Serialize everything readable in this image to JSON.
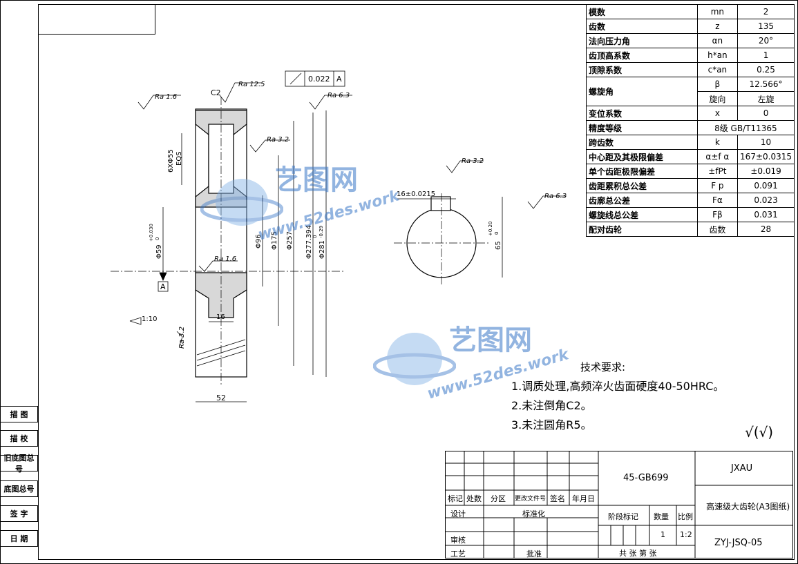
{
  "params": [
    {
      "name": "模数",
      "symbol": "mn",
      "value": "2"
    },
    {
      "name": "齿数",
      "symbol": "z",
      "value": "135"
    },
    {
      "name": "法向压力角",
      "symbol": "αn",
      "value": "20°"
    },
    {
      "name": "齿顶高系数",
      "symbol": "h*an",
      "value": "1"
    },
    {
      "name": "顶隙系数",
      "symbol": "c*an",
      "value": "0.25"
    },
    {
      "name": "螺旋角",
      "symbol": "β",
      "value": "12.566°",
      "symbol2": "旋向",
      "value2": "左旋"
    },
    {
      "name": "变位系数",
      "symbol": "x",
      "value": "0"
    },
    {
      "name": "精度等级",
      "symbol": "",
      "value": "8级 GB/T11365"
    },
    {
      "name": "跨齿数",
      "symbol": "k",
      "value": "10"
    },
    {
      "name": "中心距及其极限偏差",
      "symbol": "α±f α",
      "value": "167±0.0315"
    },
    {
      "name": "单个齿距极限偏差",
      "symbol": "±fPt",
      "value": "±0.019"
    },
    {
      "name": "齿距累积总公差",
      "symbol": "F p",
      "value": "0.091"
    },
    {
      "name": "齿廓总公差",
      "symbol": "Fα",
      "value": "0.023"
    },
    {
      "name": "螺旋线总公差",
      "symbol": "Fβ",
      "value": "0.031"
    },
    {
      "name": "配对齿轮",
      "symbol": "齿数",
      "value": "28"
    }
  ],
  "side_labels": [
    "描 图",
    "描 校",
    "旧底图总号",
    "底图总号",
    "签 字",
    "日 期"
  ],
  "drawing": {
    "chamfer": "C2",
    "ra_12_5": "Ra 12.5",
    "ra_6_3": "Ra 6.3",
    "ra_1_6": "Ra 1.6",
    "ra_3_2": "Ra 3.2",
    "tol_value": "0.022",
    "tol_datum": "A",
    "datum": "A",
    "holes": "6XΦ55",
    "eqs": "EQS",
    "d59": "Φ59",
    "d59_tol_up": "+0.030",
    "d59_tol_low": "0",
    "d96": "Φ96",
    "d175": "Φ175",
    "d257": "Φ257",
    "d277": "Φ277.394",
    "d281": "Φ281",
    "d281_tol_up": "0",
    "d281_tol_low": "-0.29",
    "width52": "52",
    "width16": "16",
    "taper": "1:10",
    "keyway": "16±0.0215",
    "key65": "65",
    "key65_tol_up": "+0.20",
    "key65_tol_low": "0"
  },
  "watermark": {
    "brand": "艺图网",
    "url": "www.52des.work"
  },
  "requirements": {
    "title": "技术要求:",
    "items": [
      "1.调质处理,高频淬火齿面硬度40-50HRC。",
      "2.未注倒角C2。",
      "3.未注圆角R5。"
    ]
  },
  "surface_note": "√(√)",
  "title_block": {
    "material": "45-GB699",
    "school": "JXAU",
    "name": "高速级大齿轮(A3图纸)",
    "code": "ZYJ-JSQ-05",
    "rev_headers": [
      "标记",
      "处数",
      "分区",
      "更改文件号",
      "签名",
      "年月日"
    ],
    "design": "设计",
    "standard": "标准化",
    "review": "审核",
    "craft": "工艺",
    "approve": "批准",
    "stage": "阶段标记",
    "weight": "数量",
    "scale_label": "比例",
    "qty": "1",
    "scale": "1:2",
    "sheets": "共 张 第 张"
  }
}
